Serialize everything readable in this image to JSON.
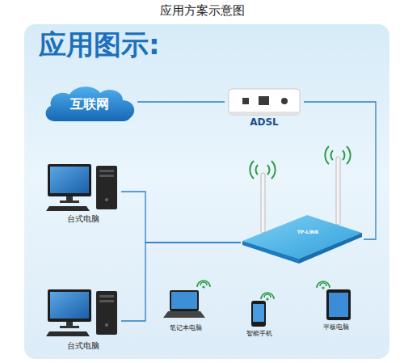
{
  "diagram": {
    "title": "应用方案示意图",
    "nodes": [
      {
        "text": [
          "应用图示:"
        ]
      },
      {
        "text": [
          "互联网"
        ],
        "in": 0
      },
      {
        "text": [
          "ADSL"
        ],
        "in": 0
      },
      {
        "text": [
          "台式电脑"
        ],
        "in": 0
      },
      {
        "text": [
          "TP-LINK"
        ],
        "in": 0
      },
      {
        "text": [
          "台式电脑"
        ],
        "in": 0
      },
      {
        "text": [
          "笔记本电脑"
        ],
        "in": 0
      },
      {
        "text": [
          "智能手机"
        ],
        "in": 0
      },
      {
        "text": [
          "平板电脑"
        ],
        "in": 0
      }
    ],
    "edges": [
      {
        "from": 1,
        "to": 2,
        "arrow": "none"
      },
      {
        "from": 2,
        "to": 4,
        "arrow": "none"
      },
      {
        "from": 3,
        "to": 4,
        "arrow": "none"
      },
      {
        "from": 5,
        "to": 4,
        "arrow": "none"
      }
    ]
  }
}
